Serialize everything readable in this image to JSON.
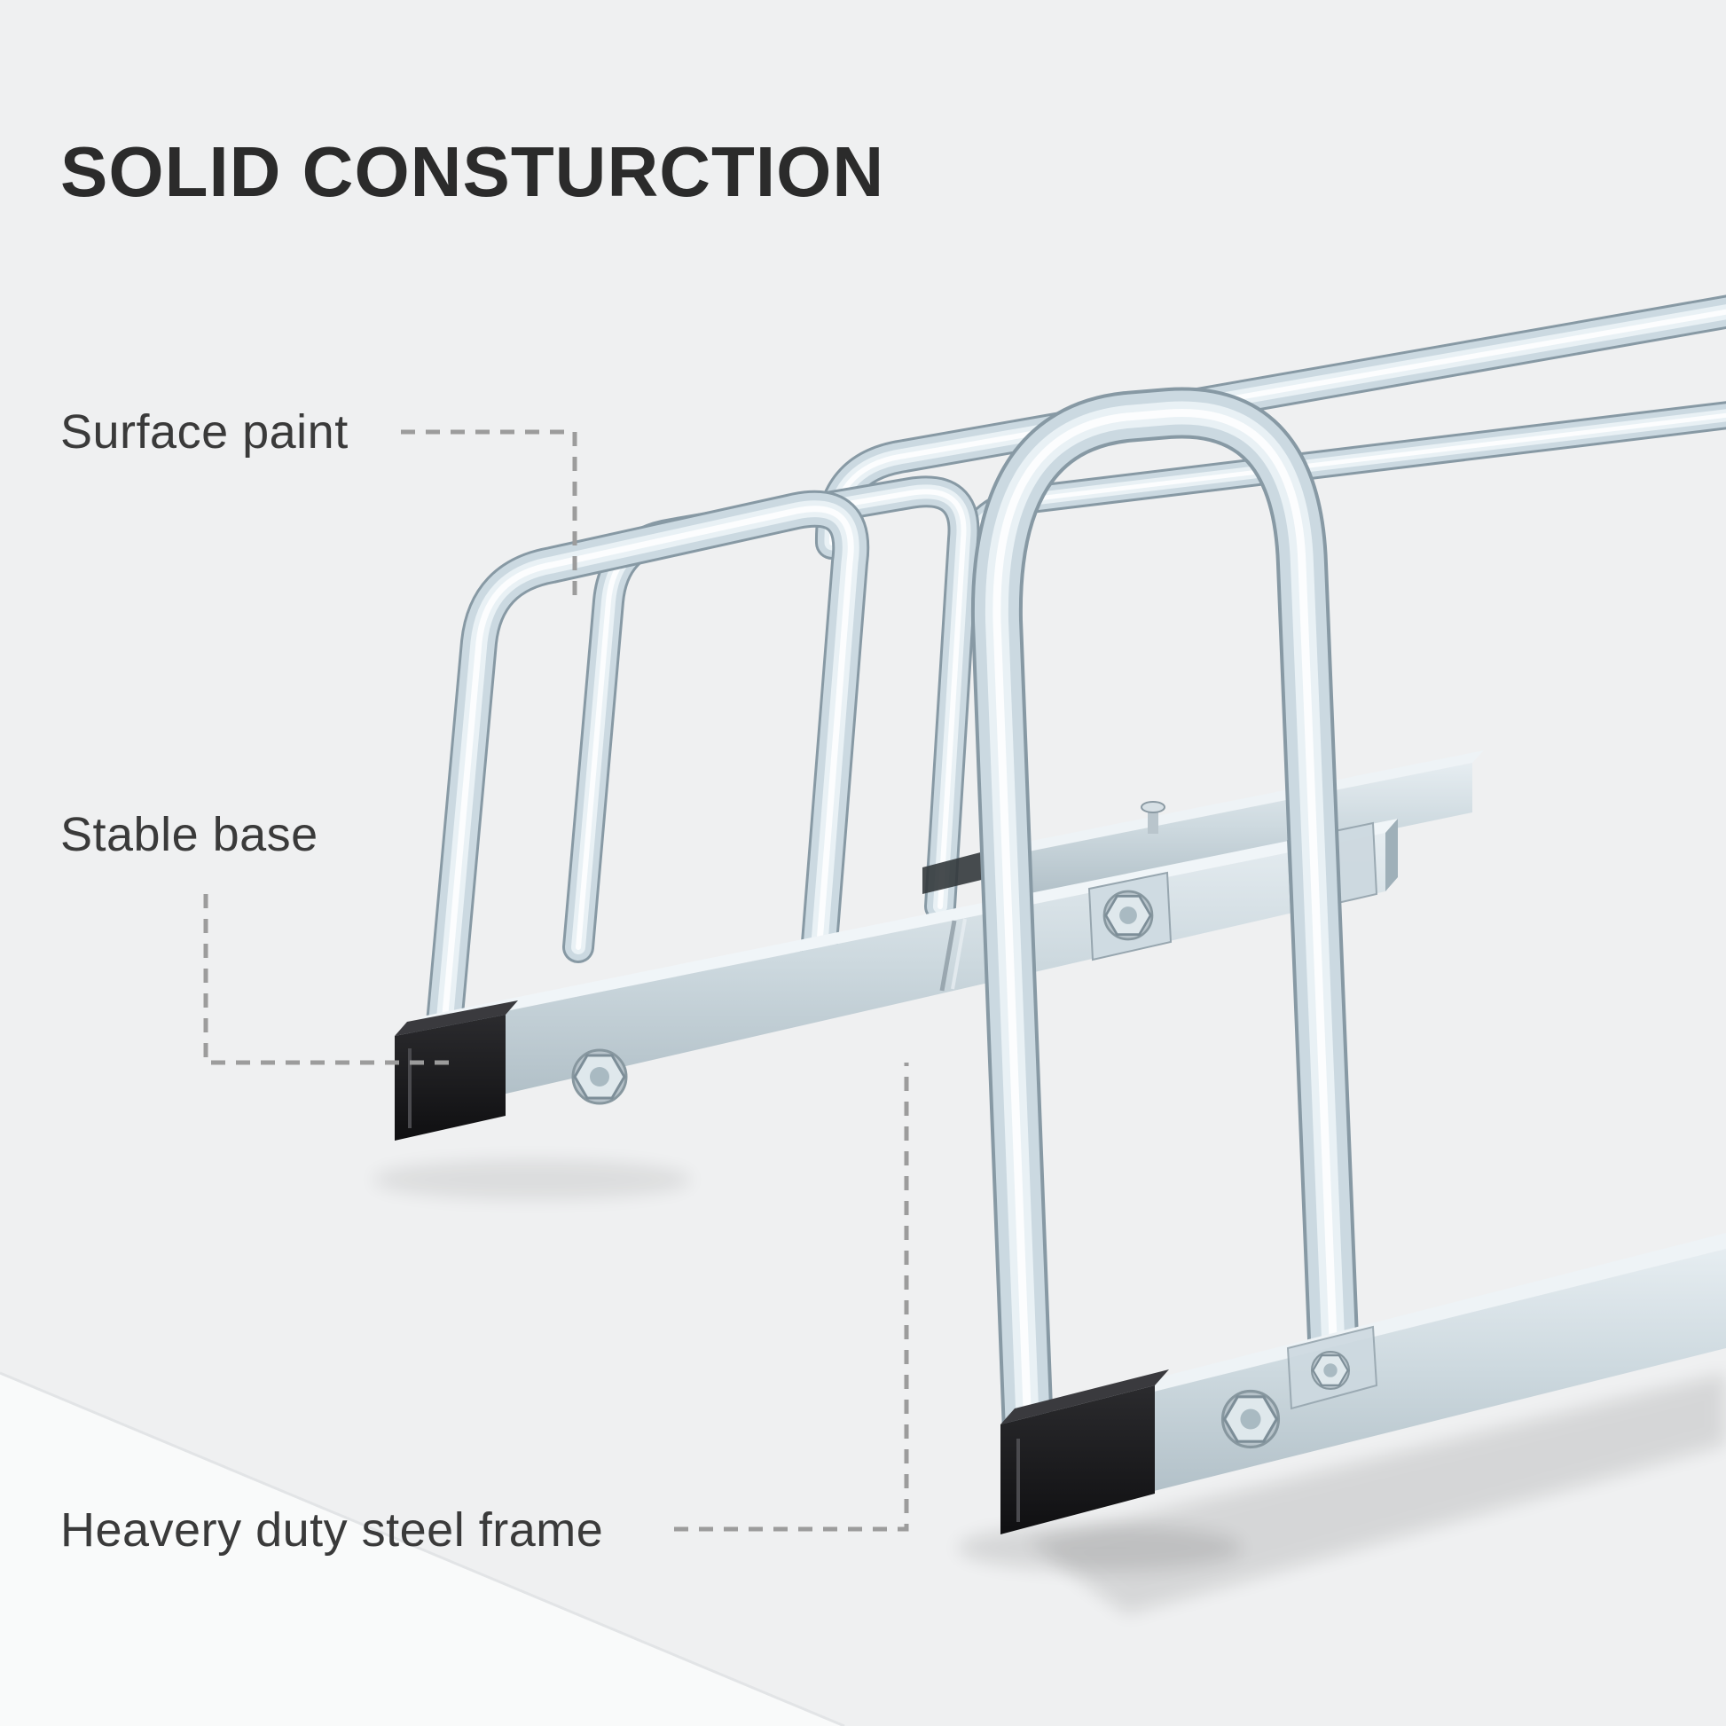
{
  "title": "SOLID CONSTURCTION",
  "callouts": {
    "surface_paint": "Surface paint",
    "stable_base": "Stable base",
    "steel_frame": "Heavery duty steel frame"
  },
  "colors": {
    "background": "#eff0f1",
    "floor": "#f9fafa",
    "title_text": "#2b2b2b",
    "label_text": "#3a3a3a",
    "leader_line": "#9c9c9c",
    "tube_highlight": "#ffffff",
    "tube_light": "#e9f1f5",
    "tube_mid": "#cbd9e1",
    "tube_dark": "#8799a4",
    "rail_face_light": "#e6edf1",
    "rail_face_dark": "#adbcc4",
    "end_cap": "#1b1b1d"
  }
}
